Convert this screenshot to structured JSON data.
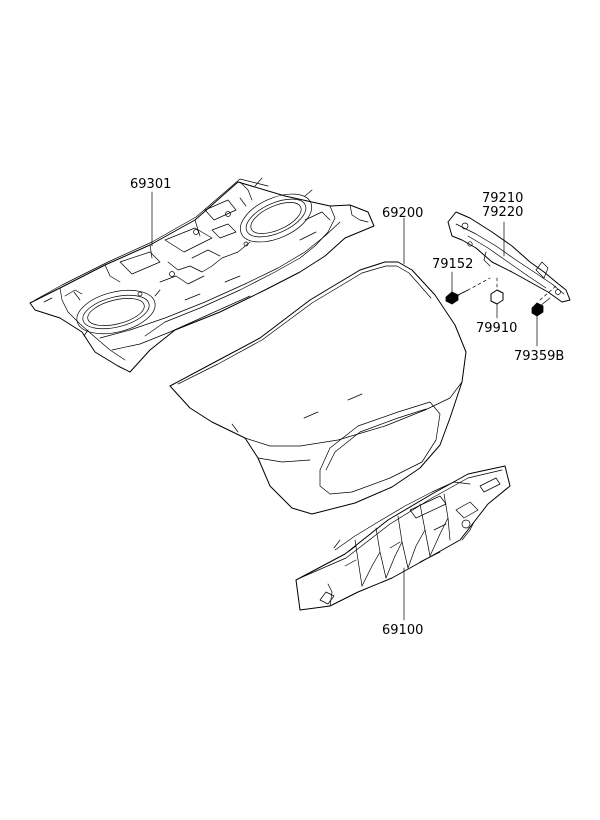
{
  "parts": {
    "rear_package_tray": {
      "label": "69301"
    },
    "trunk_lid": {
      "label": "69200"
    },
    "trunk_lid_trim": {
      "label": "69100"
    },
    "hinge_assembly": {
      "label_top": "79210",
      "label_bottom": "79220"
    },
    "hinge_bolt": {
      "label": "79152"
    },
    "bumper_stopper": {
      "label": "79910"
    },
    "hinge_bolt_washer": {
      "label": "79359B"
    }
  }
}
